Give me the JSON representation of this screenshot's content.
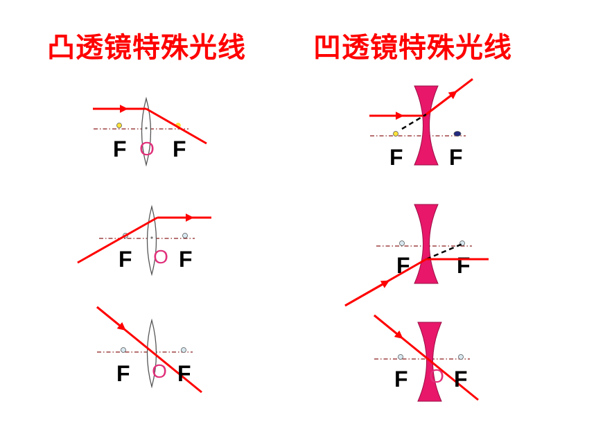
{
  "titles": {
    "convex": "凸透镜特殊光线",
    "concave": "凹透镜特殊光线"
  },
  "labels": {
    "focus": "F",
    "optical_center": "O"
  },
  "colors": {
    "title": "#ff0000",
    "ray": "#ff0000",
    "axis": "#8b1a1a",
    "concave_lens_fill": "#e8176a",
    "convex_lens_fill": "#ffffff",
    "convex_lens_stroke": "#555555",
    "optical_center_label": "#e0307a",
    "focus_yellow": "#ffe23a",
    "focus_light": "#d8e8f0",
    "focus_navy": "#232a80"
  }
}
